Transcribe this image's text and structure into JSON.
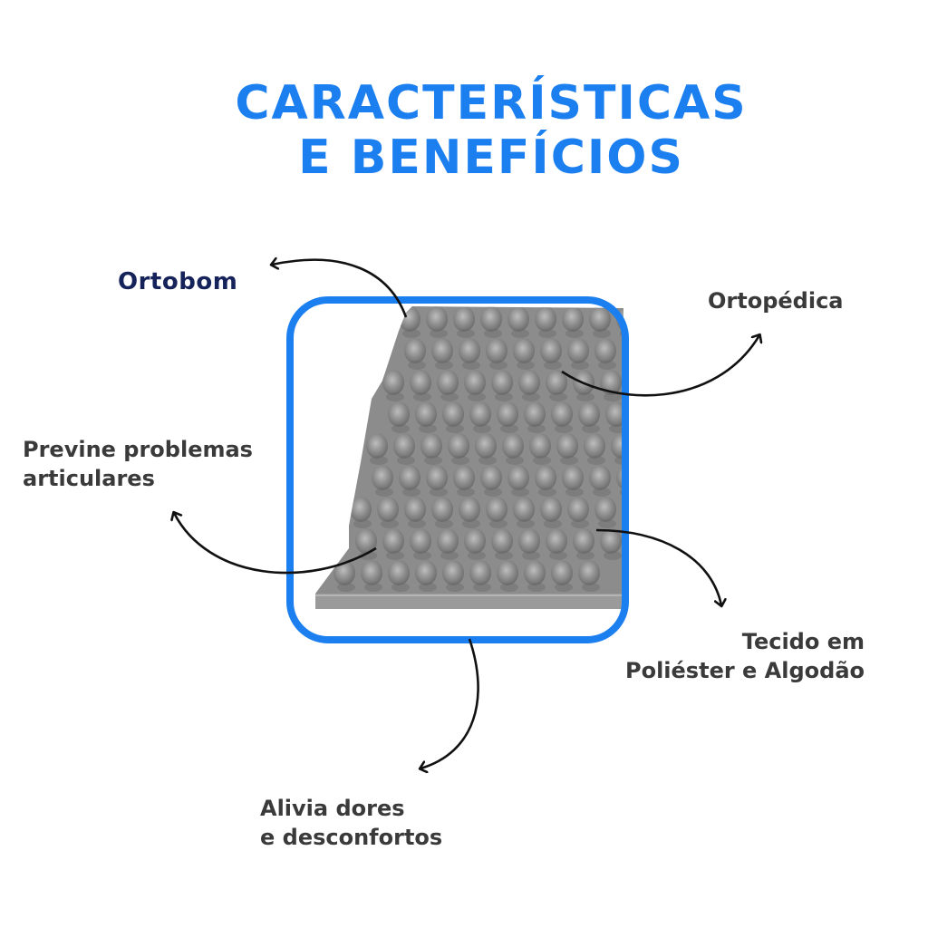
{
  "title": {
    "line1": "CARACTERÍSTICAS",
    "line2": "E BENEFÍCIOS"
  },
  "brand": {
    "logo_text": "Ortobom"
  },
  "features": {
    "orthopedic": "Ortopédica",
    "prevents": {
      "line1": "Previne problemas",
      "line2": "articulares"
    },
    "fabric": {
      "line1": "Tecido em",
      "line2": "Poliéster e Algodão"
    },
    "relief": {
      "line1": "Alivia dores",
      "line2": "e desconfortos"
    }
  },
  "colors": {
    "accent": "#1b7ff0",
    "text": "#3a3a3a",
    "brand": "#15235a",
    "foam": "#8c8c8c"
  },
  "icons": [
    "arrow-to-brand-icon",
    "arrow-to-orthopedic-icon",
    "arrow-to-prevents-icon",
    "arrow-to-fabric-icon",
    "arrow-to-relief-icon"
  ]
}
